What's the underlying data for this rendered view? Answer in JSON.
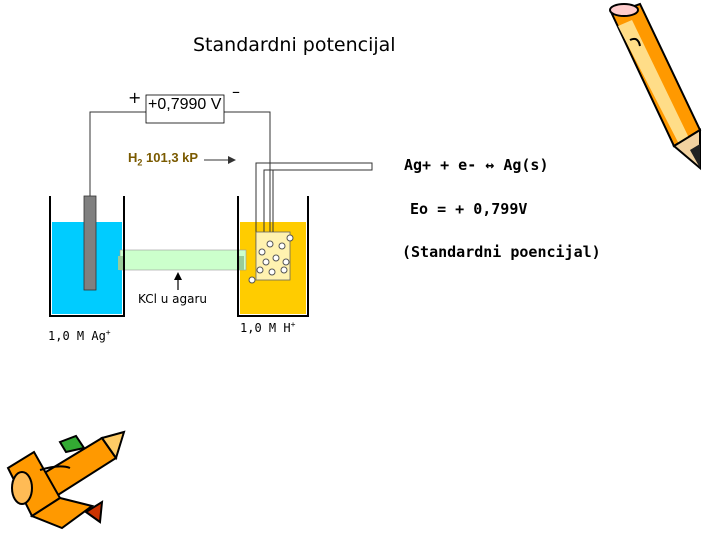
{
  "title": "Standardni potencijal",
  "cell": {
    "plus_sign": "+",
    "minus_sign": "–",
    "voltage": "+0,7990 V",
    "gas_label_main": "H",
    "gas_label_sub": "2",
    "gas_label_rest": " 101,3 kP",
    "salt_bridge_label": "KCl u agaru",
    "left_solution": "1,0 M Ag",
    "left_charge": "+",
    "right_solution": "1,0 M H",
    "right_charge": "+"
  },
  "equations": {
    "reaction": "Ag+ + e- ↔ Ag(s)",
    "potential": "Eo = + 0,799V",
    "note": "(Standardni poencijal)"
  },
  "colors": {
    "left_solution": "#00ccff",
    "right_solution": "#ffcc00",
    "salt_bridge": "#ccffcc",
    "silver_electrode": "#808080",
    "pencil_orange": "#ff9900"
  }
}
